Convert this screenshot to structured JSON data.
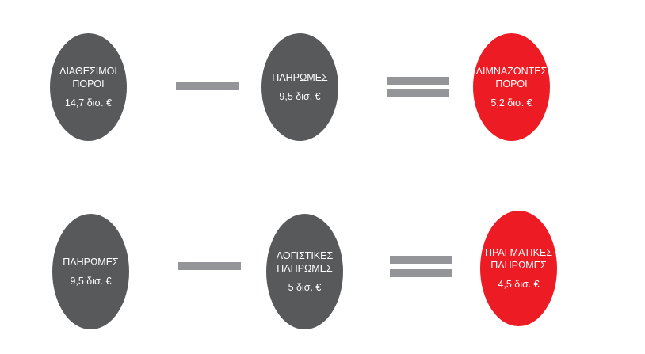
{
  "rows": [
    {
      "items": [
        {
          "label": "ΔΙΑΘΕΣΙΜΟΙ\nΠΟΡΟΙ",
          "value": "14,7 δισ. €"
        },
        {
          "label": "ΠΛΗΡΩΜΕΣ",
          "value": "9,5 δισ. €"
        },
        {
          "label": "ΛΙΜΝΑΖΟΝΤΕΣ\nΠΟΡΟΙ",
          "value": "5,2 δισ. €"
        }
      ]
    },
    {
      "items": [
        {
          "label": "ΠΛΗΡΩΜΕΣ",
          "value": "9,5 δισ. €"
        },
        {
          "label": "ΛΟΓΙΣΤΙΚΕΣ\nΠΛΗΡΩΜΕΣ",
          "value": "5 δισ. €"
        },
        {
          "label": "ΠΡΑΓΜΑΤΙΚΕΣ\nΠΛΗΡΩΜΕΣ",
          "value": "4,5 δισ. €"
        }
      ]
    }
  ],
  "colors": {
    "dark": "#58595b",
    "red": "#ed1c24",
    "operator": "#939598"
  }
}
